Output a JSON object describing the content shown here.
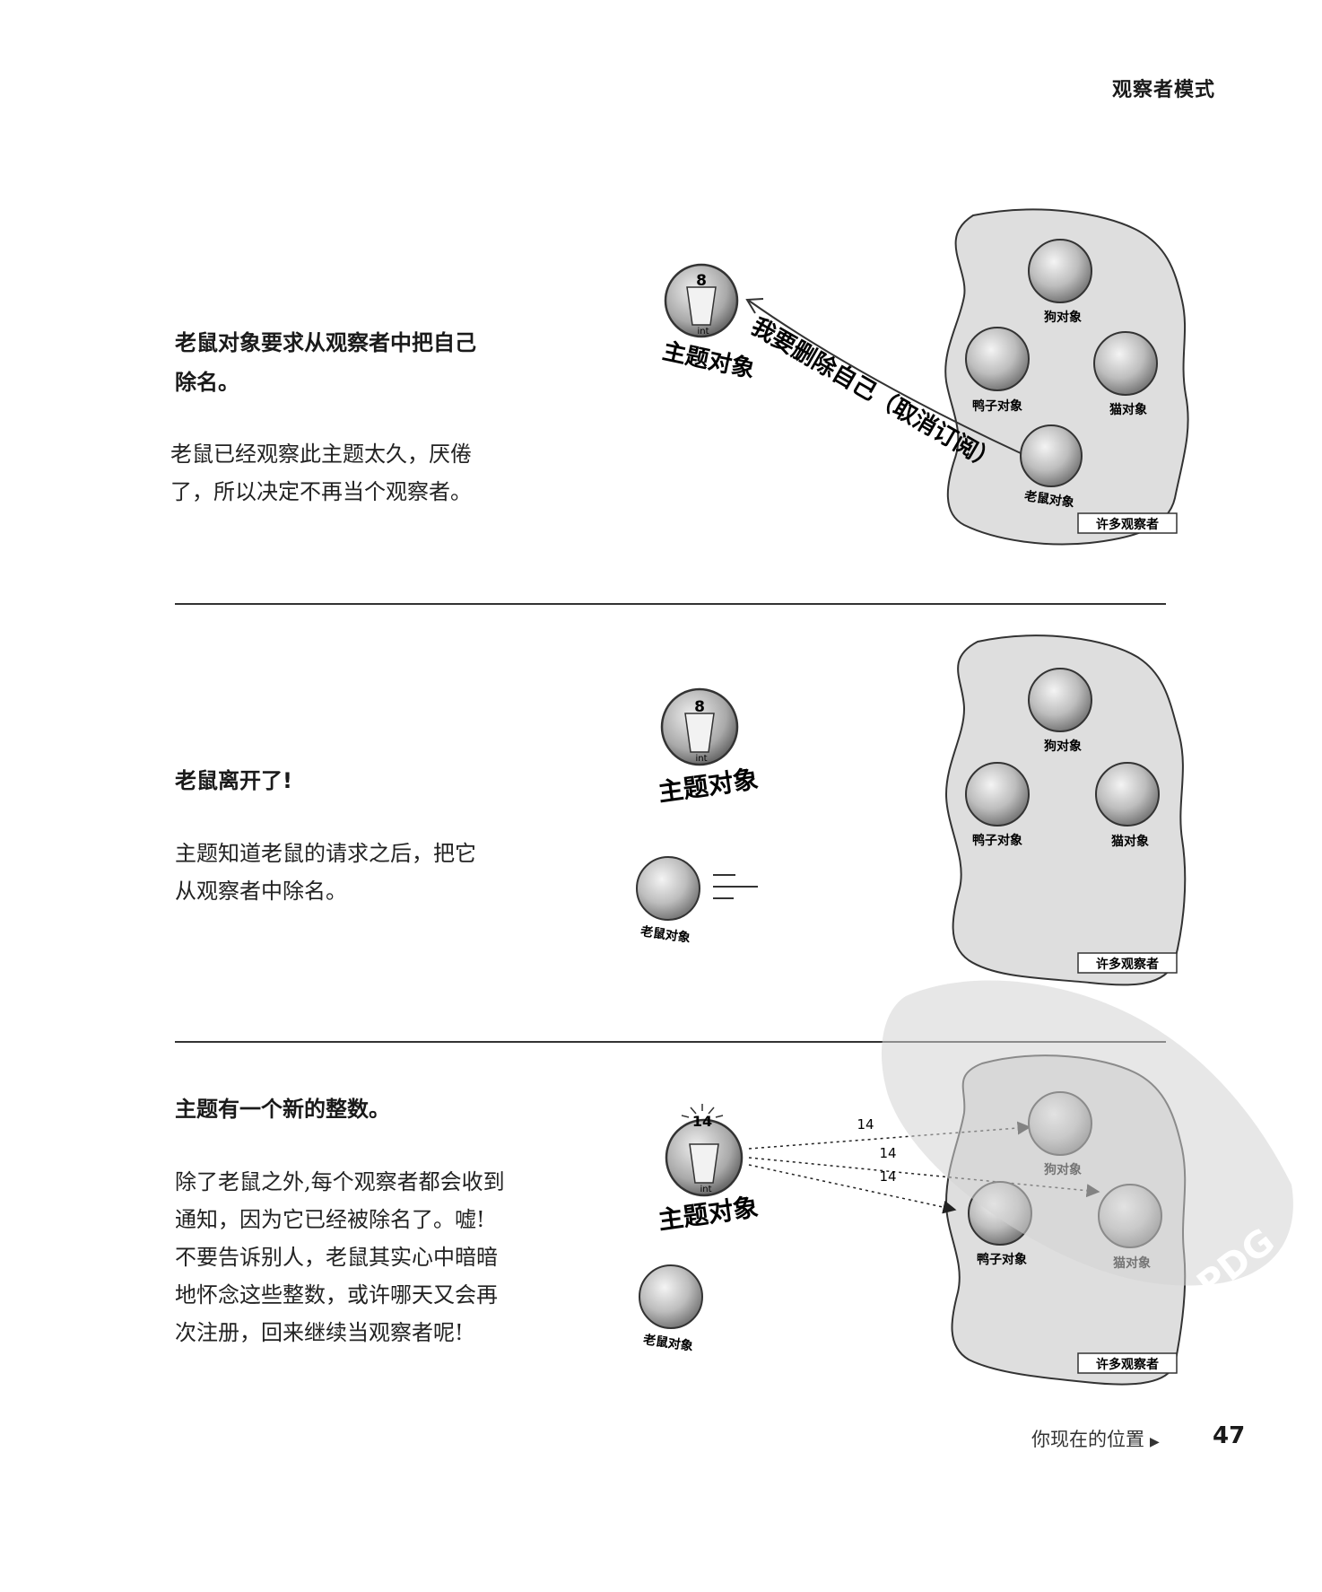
{
  "header": {
    "title": "观察者模式"
  },
  "sections": [
    {
      "bold_text": "老鼠对象要求从观察者中把自己除名。",
      "bold_lines": [
        "老鼠对象要求从观察者中把自己",
        "除名。"
      ],
      "body_lines": [
        "老鼠已经观察此主题太久，厌倦",
        "了，所以决定不再当个观察者。"
      ]
    },
    {
      "bold_text": "老鼠离开了!",
      "bold_lines": [
        "老鼠离开了!"
      ],
      "body_lines": [
        "主题知道老鼠的请求之后，把它",
        "从观察者中除名。"
      ]
    },
    {
      "bold_text": "主题有一个新的整数。",
      "bold_lines": [
        "主题有一个新的整数。"
      ],
      "body_lines": [
        "除了老鼠之外,每个观察者都会收到",
        "通知，因为它已经被除名了。嘘!",
        "不要告诉别人，老鼠其实心中暗暗",
        "地怀念这些整数，或许哪天又会再",
        "次注册，回来继续当观察者呢!"
      ]
    }
  ],
  "diagram": {
    "subject_label": "主题对象",
    "int_label": "int",
    "subject_value_before": "8",
    "subject_value_after": "14",
    "observers": {
      "dog": "狗对象",
      "duck": "鸭子对象",
      "cat": "猫对象",
      "mouse": "老鼠对象"
    },
    "many_observers_label": "许多观察者",
    "unsubscribe_request": "我要删除自己（取消订阅）",
    "notify_value": "14"
  },
  "watermark": {
    "text": "PDG"
  },
  "footer": {
    "nav_label": "你现在的位置",
    "page_number": "47"
  },
  "colors": {
    "ink": "#1a1a1a",
    "blob_fill": "#dedede",
    "ball": "#b8b8b8",
    "watermark": "#c8c8c8"
  }
}
